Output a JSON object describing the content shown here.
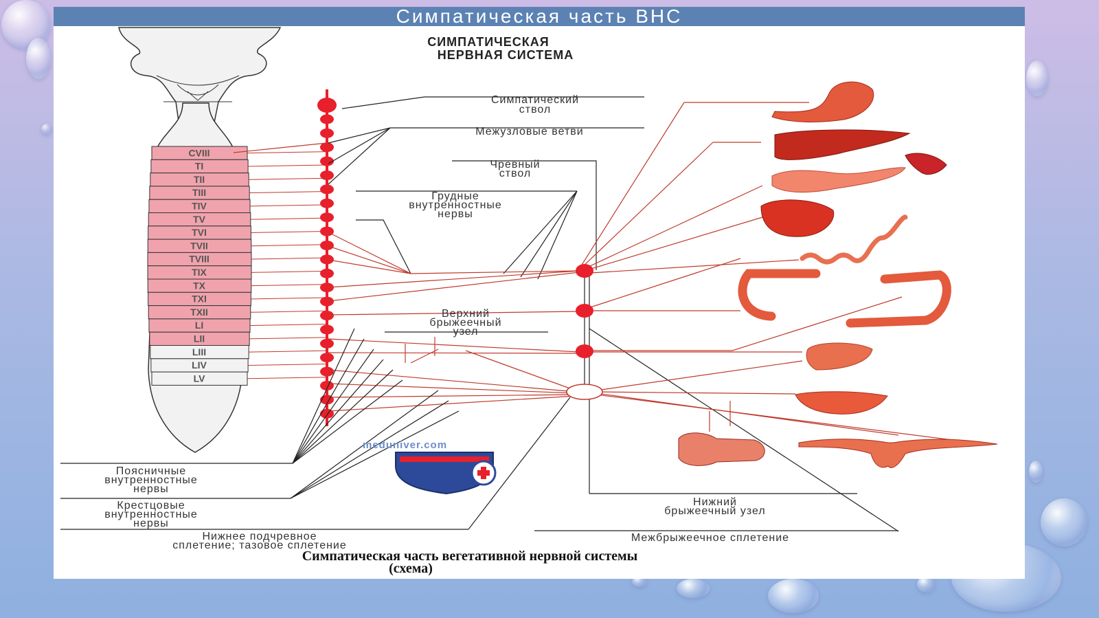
{
  "slide_title": "Симпатическая часть ВНС",
  "heading": [
    "СИМПАТИЧЕСКАЯ",
    "НЕРВНАЯ СИСТЕМА"
  ],
  "segments": [
    "CVIII",
    "TI",
    "TII",
    "TIII",
    "TIV",
    "TV",
    "TVI",
    "TVII",
    "TVIII",
    "TIX",
    "TX",
    "TXI",
    "TXII",
    "LI",
    "LII",
    "LIII",
    "LIV",
    "LV"
  ],
  "labels": {
    "sympathetic_trunk": [
      "Симпатический",
      "ствол"
    ],
    "internodal_branches": "Межузловые ветви",
    "celiac_trunk": [
      "Чревный",
      "ствол"
    ],
    "thoracic_splanchnic": [
      "Грудные",
      "внутренностные",
      "нервы"
    ],
    "superior_mesenteric": [
      "Верхний",
      "брыжеечный",
      "узел"
    ],
    "lumbar_splanchnic": [
      "Поясничные",
      "внутренностные",
      "нервы"
    ],
    "sacral_splanchnic": [
      "Крестцовые",
      "внутренностные",
      "нервы"
    ],
    "inferior_hypogastric": [
      "Нижнее подчревное",
      "сплетение; тазовое сплетение"
    ],
    "inferior_mesenteric": [
      "Нижний",
      "брыжеечный узел"
    ],
    "intermesenteric": "Межбрыжеечное сплетение"
  },
  "watermark": "meduniver.com",
  "caption": [
    "Симпатическая часть вегетативной нервной системы",
    "(схема)"
  ],
  "colors": {
    "accent": "#e8202b",
    "segment_fill": "#f1a3ad",
    "title_bar": "#5b82b3"
  }
}
